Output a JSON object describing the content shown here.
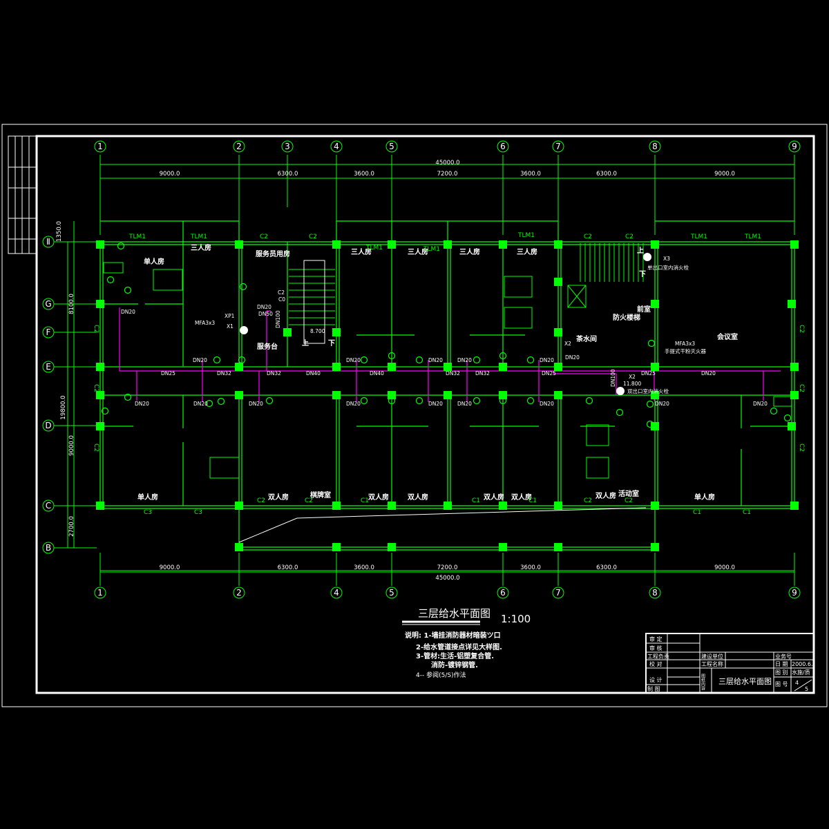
{
  "drawing": {
    "title": "三层给水平面图",
    "scale": "1:100"
  },
  "axes": {
    "columns_top": [
      "1",
      "2",
      "3",
      "4",
      "5",
      "6",
      "7",
      "8",
      "9"
    ],
    "columns_bottom": [
      "1",
      "2",
      "4",
      "5",
      "6",
      "7",
      "8",
      "9"
    ],
    "rows": [
      "Ⅱ",
      "G",
      "F",
      "E",
      "D",
      "C",
      "B"
    ]
  },
  "dimensions": {
    "total": "45000.0",
    "spans": [
      "9000.0",
      "6300.0",
      "3600.0",
      "7200.0",
      "3600.0",
      "6300.0",
      "9000.0"
    ],
    "vertical": [
      "1350.0",
      "8100.0",
      "19800.0",
      "9000.0",
      "2700.0"
    ]
  },
  "rooms": [
    "单人房",
    "三人房",
    "服务员用房",
    "三人房",
    "三人房",
    "三人房",
    "三人房",
    "前室",
    "防火楼梯",
    "茶水间",
    "会议室",
    "服务台",
    "上",
    "下",
    "上",
    "下",
    "单人房",
    "双人房",
    "棋牌室",
    "双人房",
    "双人房",
    "双人房",
    "双人房",
    "双人房",
    "活动室",
    "单人房"
  ],
  "windows": [
    "TLM1",
    "TLM1",
    "C2",
    "C2",
    "TLM1",
    "TLM1",
    "TLM1",
    "C2",
    "C2",
    "TLM1",
    "TLM1",
    "C3",
    "C3",
    "C2",
    "C2",
    "C1",
    "C1",
    "C1",
    "C2",
    "C2",
    "C1",
    "C1",
    "C2",
    "C2",
    "C2",
    "C2",
    "C2",
    "C2"
  ],
  "pipes": [
    "DN20",
    "DN25",
    "DN32",
    "DN32",
    "DN40",
    "DN40",
    "DN32",
    "DN32",
    "DN25",
    "DN25",
    "DN20",
    "DN20",
    "DN20",
    "DN20",
    "DN20",
    "DN20",
    "DN20",
    "DN20",
    "DN20",
    "DN20",
    "DN20",
    "DN20",
    "DN20",
    "DN20",
    "DN20",
    "DN20",
    "DN20",
    "DN50",
    "DN100",
    "DN100"
  ],
  "annotations": [
    "XP1",
    "X1",
    "MFA3x3",
    "X3",
    "单出口室内消火栓",
    "X2",
    "MFA3x3",
    "手提式干粉灭火器",
    "X2",
    "11.800",
    "双出口室内消火栓",
    "8.700",
    "C2",
    "C0"
  ],
  "notes": [
    "说明: 1-墙挂消防器材暗装ツ口",
    "2-给水管道接点详见大样图.",
    "3-管材:生活-铝塑复合管.",
    "消防-镀锌钢管.",
    "4-- 参阅(5/S)作法"
  ],
  "title_block": {
    "approve": "审 定",
    "review": "审 核",
    "project_lead": "工程负责",
    "check": "校 对",
    "design": "设 计",
    "draw": "制 图",
    "client": "建设单位",
    "project_name": "工程名称",
    "content_label": "图纸内容",
    "content": "三层给水平面图",
    "job_no": "业务号",
    "date_label": "日 期",
    "date": "2000.6.",
    "category_label": "图 别",
    "category": "水施/质",
    "sheet_label": "图 号",
    "sheet_no": "4",
    "sheet_total": "5"
  },
  "colors": {
    "wall": "#00ff00",
    "pipe": "#ff00ff",
    "text": "#ffffff",
    "background": "#000000"
  }
}
